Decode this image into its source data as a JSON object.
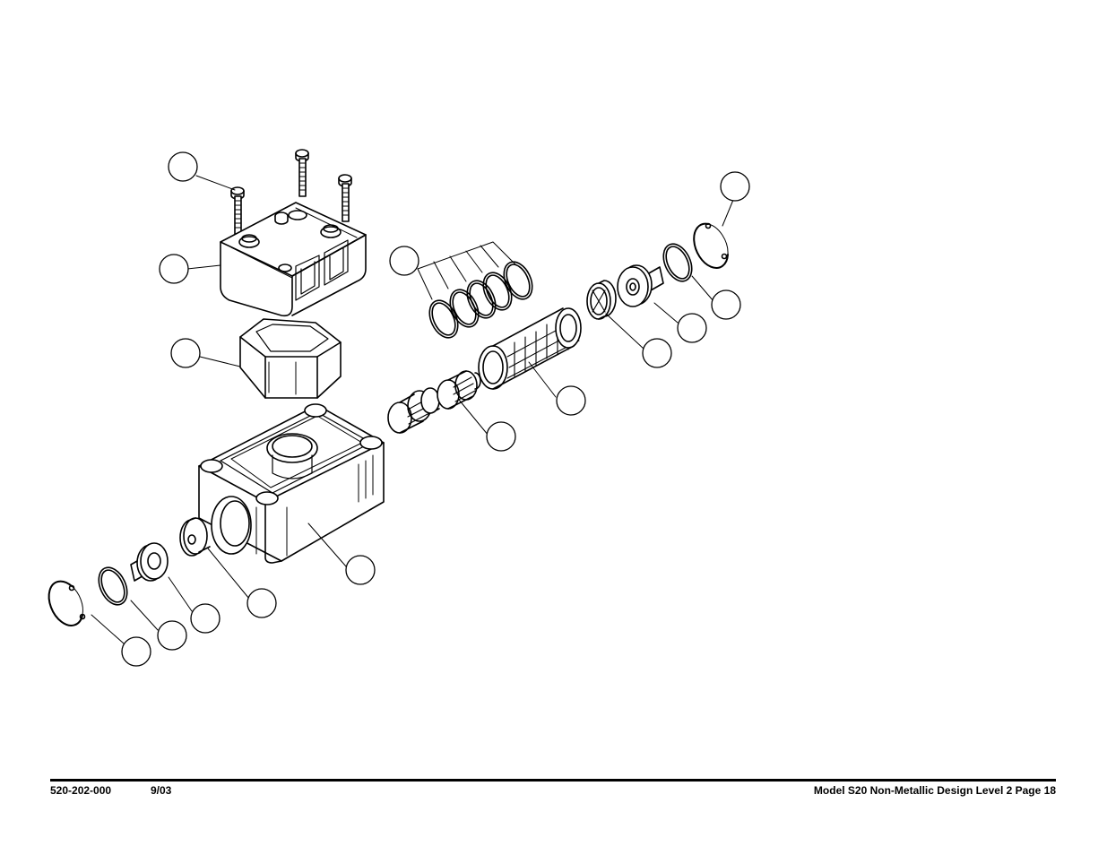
{
  "footer": {
    "doc_number": "520-202-000",
    "date": "9/03",
    "page_label": "Model S20 Non-Metallic Design Level 2 Page 18"
  },
  "diagram": {
    "style": "exploded-view line drawing, black on white",
    "callout_balloons": "empty circles, no item numbers printed",
    "parts": [
      "screw-icon",
      "valve-body-cap-icon",
      "gasket-icon",
      "center-body-housing-icon",
      "spool-icon",
      "sleeve-icon",
      "o-ring-icon",
      "bumper-icon",
      "end-cap-icon",
      "retaining-ring-icon"
    ]
  }
}
